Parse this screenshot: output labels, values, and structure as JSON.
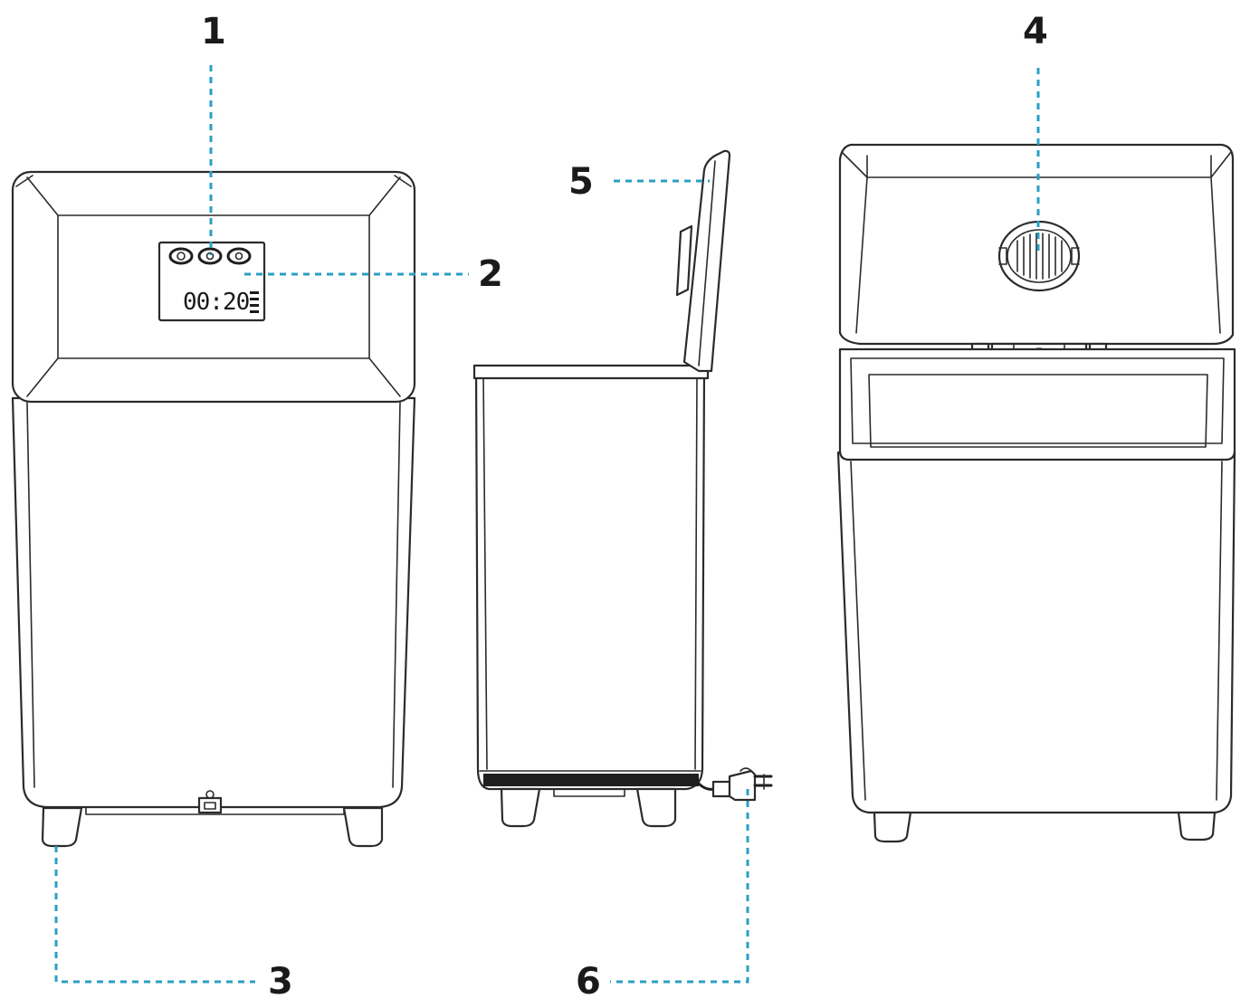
{
  "callouts": {
    "c1": "1",
    "c2": "2",
    "c3": "3",
    "c4": "4",
    "c5": "5",
    "c6": "6"
  },
  "display": {
    "time": "00:20"
  },
  "colors": {
    "leader": "#2a9fc4",
    "outline": "#2b2b2b"
  }
}
